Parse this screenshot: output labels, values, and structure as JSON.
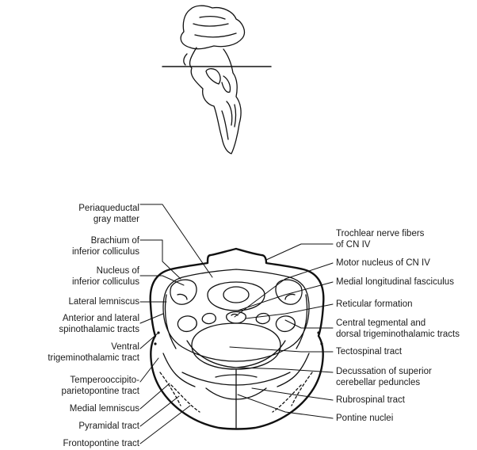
{
  "diagram": {
    "left_labels": [
      {
        "id": "periaqueductal-gray-matter",
        "lines": [
          "Periaqueductal",
          "gray matter"
        ]
      },
      {
        "id": "brachium-of-inferior-colliculus",
        "lines": [
          "Brachium of",
          "inferior colliculus"
        ]
      },
      {
        "id": "nucleus-of-inferior-colliculus",
        "lines": [
          "Nucleus of",
          "inferior colliculus"
        ]
      },
      {
        "id": "lateral-lemniscus",
        "lines": [
          "Lateral lemniscus"
        ]
      },
      {
        "id": "anterior-lateral-spinothalamic",
        "lines": [
          "Anterior and lateral",
          "spinothalamic tracts"
        ]
      },
      {
        "id": "ventral-trigeminothalamic",
        "lines": [
          "Ventral",
          "trigeminothalamic tract"
        ]
      },
      {
        "id": "temperooccipito-parietopontine",
        "lines": [
          "Temperooccipito-",
          "parietopontine tract"
        ]
      },
      {
        "id": "medial-lemniscus",
        "lines": [
          "Medial lemniscus"
        ]
      },
      {
        "id": "pyramidal-tract",
        "lines": [
          "Pyramidal tract"
        ]
      },
      {
        "id": "frontopontine-tract",
        "lines": [
          "Frontopontine tract"
        ]
      }
    ],
    "right_labels": [
      {
        "id": "trochlear-nerve-fibers",
        "lines": [
          "Trochlear nerve fibers",
          "of CN IV"
        ]
      },
      {
        "id": "motor-nucleus-cn-iv",
        "lines": [
          "Motor nucleus of CN IV"
        ]
      },
      {
        "id": "medial-longitudinal-fasciculus",
        "lines": [
          "Medial longitudinal fasciculus"
        ]
      },
      {
        "id": "reticular-formation",
        "lines": [
          "Reticular formation"
        ]
      },
      {
        "id": "central-tegmental-dorsal-trigeminothalamic",
        "lines": [
          "Central tegmental and",
          "dorsal trigeminothalamic tracts"
        ]
      },
      {
        "id": "tectospinal-tract",
        "lines": [
          "Tectospinal tract"
        ]
      },
      {
        "id": "decussation-superior-cerebellar",
        "lines": [
          "Decussation of superior",
          "cerebellar peduncles"
        ]
      },
      {
        "id": "rubrospinal-tract",
        "lines": [
          "Rubrospinal tract"
        ]
      },
      {
        "id": "pontine-nuclei",
        "lines": [
          "Pontine nuclei"
        ]
      }
    ]
  }
}
